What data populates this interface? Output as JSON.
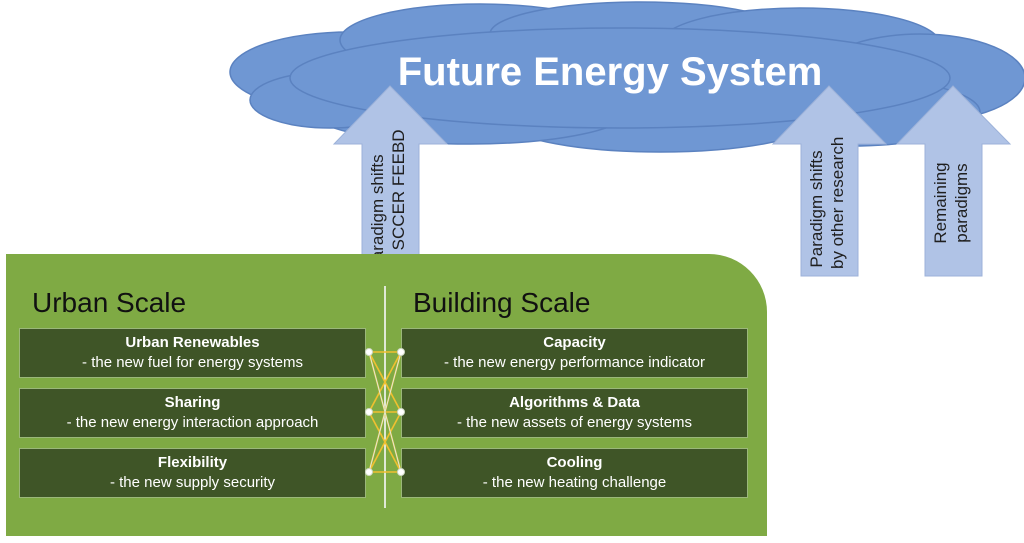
{
  "cloud": {
    "title": "Future Energy System",
    "color": "#6f97d3"
  },
  "arrows": [
    {
      "id": "sccer",
      "line1": "Paradigm shifts",
      "line2": "by SCCER FEEBD"
    },
    {
      "id": "other",
      "line1": "Paradigm shifts",
      "line2": "by other research"
    },
    {
      "id": "remaining",
      "line1": "Remaining",
      "line2": "paradigms"
    }
  ],
  "arrow_color": "#b0c3e6",
  "urban": {
    "title": "Urban Scale",
    "items": [
      {
        "title": "Urban Renewables",
        "sub": "- the new fuel for energy systems"
      },
      {
        "title": "Sharing",
        "sub": "- the new energy interaction approach"
      },
      {
        "title": "Flexibility",
        "sub": "- the new supply security"
      }
    ]
  },
  "building": {
    "title": "Building Scale",
    "items": [
      {
        "title": "Capacity",
        "sub": "- the new energy performance indicator"
      },
      {
        "title": "Algorithms & Data",
        "sub": "- the new assets of energy systems"
      },
      {
        "title": "Cooling",
        "sub": "- the new heating challenge"
      }
    ]
  },
  "colors": {
    "panel": "#7faa44",
    "box": "#3f5527",
    "connector": "#f0c030"
  }
}
